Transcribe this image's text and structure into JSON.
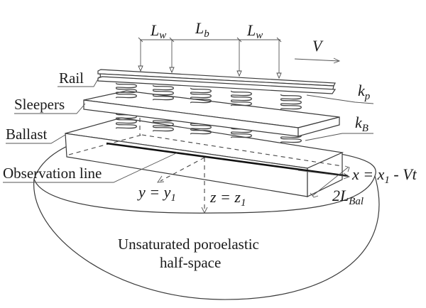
{
  "figure": {
    "labels": {
      "rail": "Rail",
      "sleepers": "Sleepers",
      "ballast": "Ballast",
      "observation_line": "Observation line",
      "halfspace_line1": "Unsaturated poroelastic",
      "halfspace_line2": "half-space"
    },
    "symbols": {
      "wheel_spacing": {
        "main": "L",
        "sub": "w"
      },
      "bogie_spacing": {
        "main": "L",
        "sub": "b"
      },
      "velocity": "V",
      "rail_pad_stiffness": {
        "main": "k",
        "sub": "p"
      },
      "ballast_stiffness": {
        "main": "k",
        "sub": "B"
      },
      "x_axis": {
        "lhs": "x = x",
        "sub": "1",
        "rhs": " - Vt"
      },
      "y_axis": {
        "lhs": "y = y",
        "sub": "1"
      },
      "z_axis": {
        "lhs": "z = z",
        "sub": "1"
      },
      "ballast_width": {
        "main": "2L",
        "sub": "Bal"
      }
    },
    "counts": {
      "wheel_loads": 4,
      "rail_pads": 5,
      "ballast_springs": 5
    }
  }
}
